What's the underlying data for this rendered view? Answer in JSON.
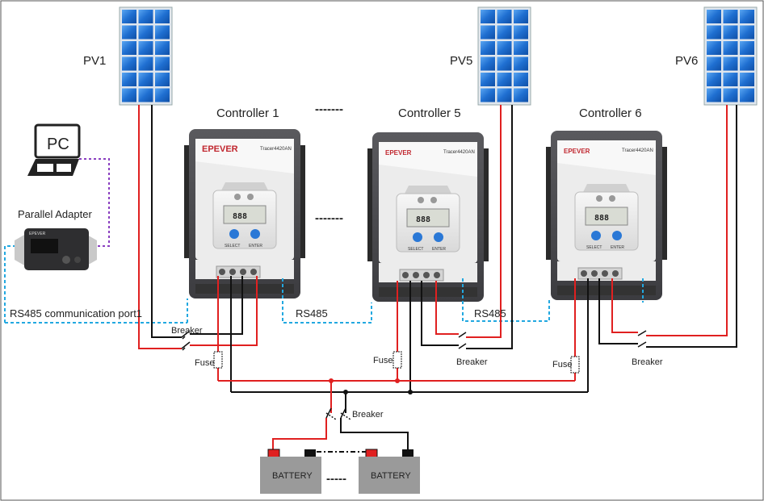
{
  "panels": [
    {
      "id": "pv1",
      "label": "PV1"
    },
    {
      "id": "pv5",
      "label": "PV5"
    },
    {
      "id": "pv6",
      "label": "PV6"
    }
  ],
  "controllers": [
    {
      "id": "c1",
      "label": "Controller 1",
      "brand": "EPEVER",
      "model": "Tracer4420AN",
      "select": "SELECT",
      "enter": "ENTER",
      "display": "888"
    },
    {
      "id": "c5",
      "label": "Controller 5",
      "brand": "EPEVER",
      "model": "Tracer4420AN",
      "select": "SELECT",
      "enter": "ENTER",
      "display": "888"
    },
    {
      "id": "c6",
      "label": "Controller 6",
      "brand": "EPEVER",
      "model": "Tracer4420AN",
      "select": "SELECT",
      "enter": "ENTER",
      "display": "888"
    }
  ],
  "ellipsis": "-------",
  "pc": {
    "label": "PC"
  },
  "adapter": {
    "label": "Parallel Adapter",
    "brand": "EPEVER"
  },
  "comm": {
    "port_label": "RS485 communication port1",
    "rs485_label_1": "RS485",
    "rs485_label_2": "RS485"
  },
  "protection": {
    "breaker_label": "Breaker",
    "fuse_label": "Fuse"
  },
  "batteries": [
    {
      "id": "bat1",
      "label": "BATTERY"
    },
    {
      "id": "bat2",
      "label": "BATTERY"
    }
  ],
  "battery_ellipsis": "-----",
  "colors": {
    "positive": "#e02020",
    "negative": "#111111",
    "comm": "#22a8e0",
    "pc_link": "#8a3fc0",
    "panel": "#1f6fd1",
    "battery": "#9a9a9a"
  }
}
